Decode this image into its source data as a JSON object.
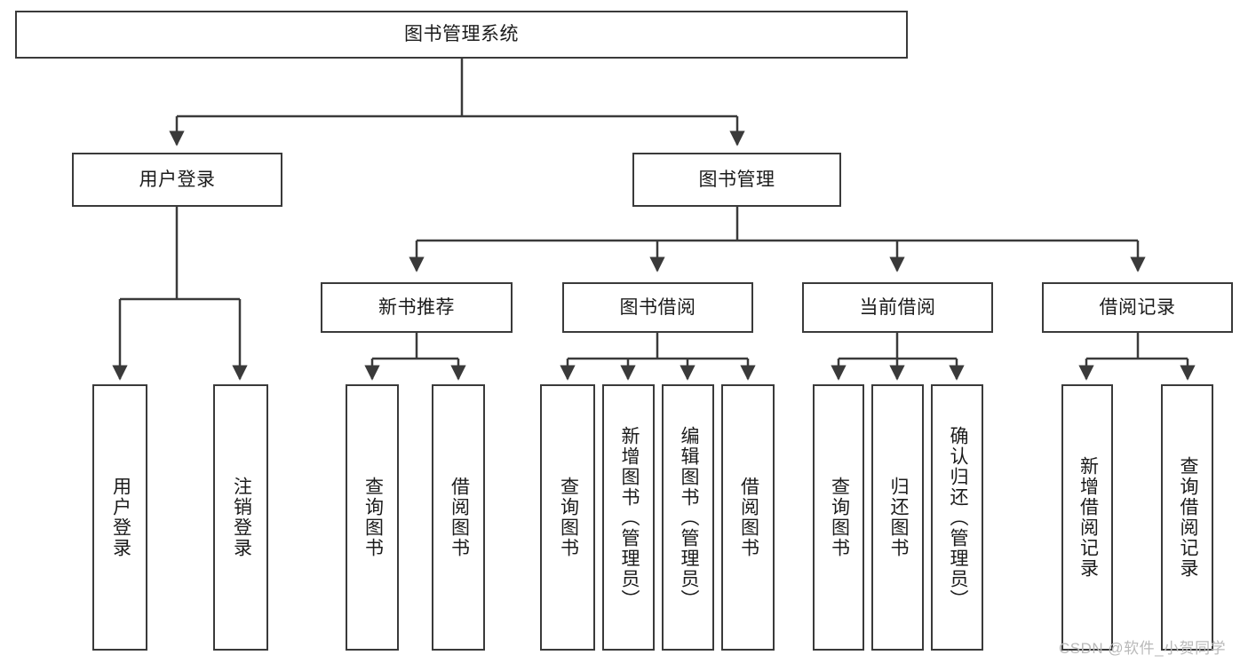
{
  "diagram": {
    "title": "图书管理系统",
    "type": "hierarchy-tree",
    "root": {
      "label": "图书管理系统"
    },
    "level2": {
      "user_login": "用户登录",
      "book_management": "图书管理"
    },
    "level3": {
      "new_book_recommend": "新书推荐",
      "book_borrow": "图书借阅",
      "current_borrow": "当前借阅",
      "borrow_record": "借阅记录"
    },
    "leaves": {
      "user_login_children": [
        "用户登录",
        "注销登录"
      ],
      "new_book_recommend_children": [
        "查询图书",
        "借阅图书"
      ],
      "book_borrow_children": [
        "查询图书",
        "新增图书（管理员）",
        "编辑图书（管理员）",
        "借阅图书"
      ],
      "current_borrow_children": [
        "查询图书",
        "归还图书",
        "确认归还（管理员）"
      ],
      "borrow_record_children": [
        "新增借阅记录",
        "查询借阅记录"
      ]
    }
  },
  "watermark": {
    "text": "CSDN @软件_小贺同学"
  },
  "colors": {
    "stroke": "#3a3a3a",
    "text": "#1b1b1b",
    "background": "#ffffff",
    "watermark": "#b9b9b9"
  }
}
